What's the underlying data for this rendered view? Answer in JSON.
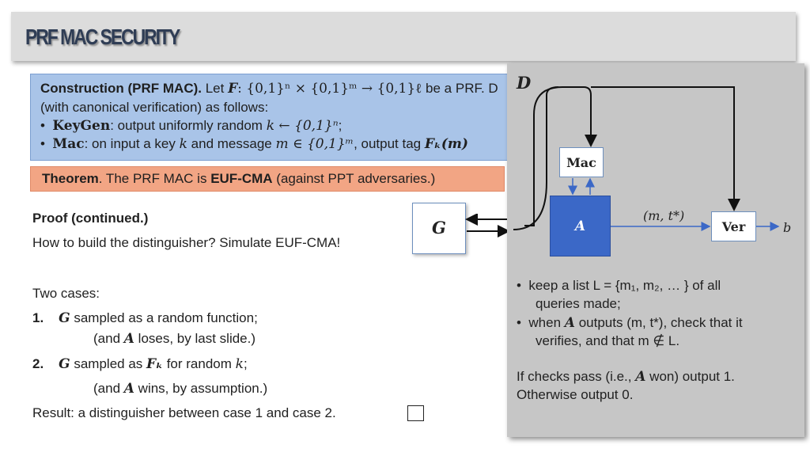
{
  "title": "PRF MAC SECURITY",
  "construction": {
    "heading": "Construction (PRF MAC).",
    "line1_text": " Let ",
    "F_sym": "F",
    "line1_sig": ": {0,1}ⁿ × {0,1}ᵐ → {0,1}ℓ",
    "line1_tail": " be a PRF. D",
    "line2": "(with canonical verification) as follows:",
    "bullet1_kw": "KeyGen",
    "bullet1_text": ": output uniformly random ",
    "bullet1_math": "k ← {0,1}ⁿ",
    "bullet1_end": ";",
    "bullet2_kw": "Mac",
    "bullet2_text": ": on input a key ",
    "bullet2_k": "k",
    "bullet2_mid": " and message ",
    "bullet2_math": "m ∈ {0,1}ᵐ",
    "bullet2_tail": ", output tag ",
    "bullet2_tag": "Fₖ(m)"
  },
  "theorem": {
    "heading": "Theorem",
    "text1": ". The PRF MAC is ",
    "bold": "EUF-CMA",
    "text2": " (against PPT adversaries.)"
  },
  "proof": {
    "heading": "Proof (continued.)",
    "line1": "How to build the distinguisher? Simulate EUF-CMA!",
    "cases_label": "Two cases:",
    "case1_num": "1.",
    "case1_G": "G",
    "case1_text": " sampled as a random function;",
    "case1_sub_open": "(and ",
    "case1_sub_A": "A",
    "case1_sub_close": " loses, by last slide.)",
    "case2_num": "2.",
    "case2_G": "G",
    "case2_text1": " sampled as ",
    "case2_F": "Fₖ",
    "case2_text2": " for random ",
    "case2_k": "k",
    "case2_end": ";",
    "case2_sub_open": "(and ",
    "case2_sub_A": "A",
    "case2_sub_close": " wins, by assumption.)",
    "result": "Result: a distinguisher between case 1 and case 2."
  },
  "diagram": {
    "G_label": "G",
    "D_label": "D",
    "mac_label": "Mac",
    "A_label": "A",
    "ver_label": "Ver",
    "pair_label": "(m, t*)",
    "b_label": "b"
  },
  "panel_text": {
    "b1_line1": "keep a list L = {m₁, m₂, … } of all",
    "b1_line2": "queries made;",
    "b2_line1a": "when ",
    "b2_A": "A",
    "b2_line1b": " outputs (m, t*), check that it",
    "b2_line2": "verifies, and that m ∉ L.",
    "out1a": "If checks pass (i.e., ",
    "out1_A": "A",
    "out1b": " won) output 1.",
    "out2": "Otherwise output 0."
  },
  "colors": {
    "construction_bg": "#a9c4e8",
    "theorem_bg": "#f2a584",
    "adversary_box": "#3b68c7",
    "panel_bg": "#c6c6c6"
  }
}
